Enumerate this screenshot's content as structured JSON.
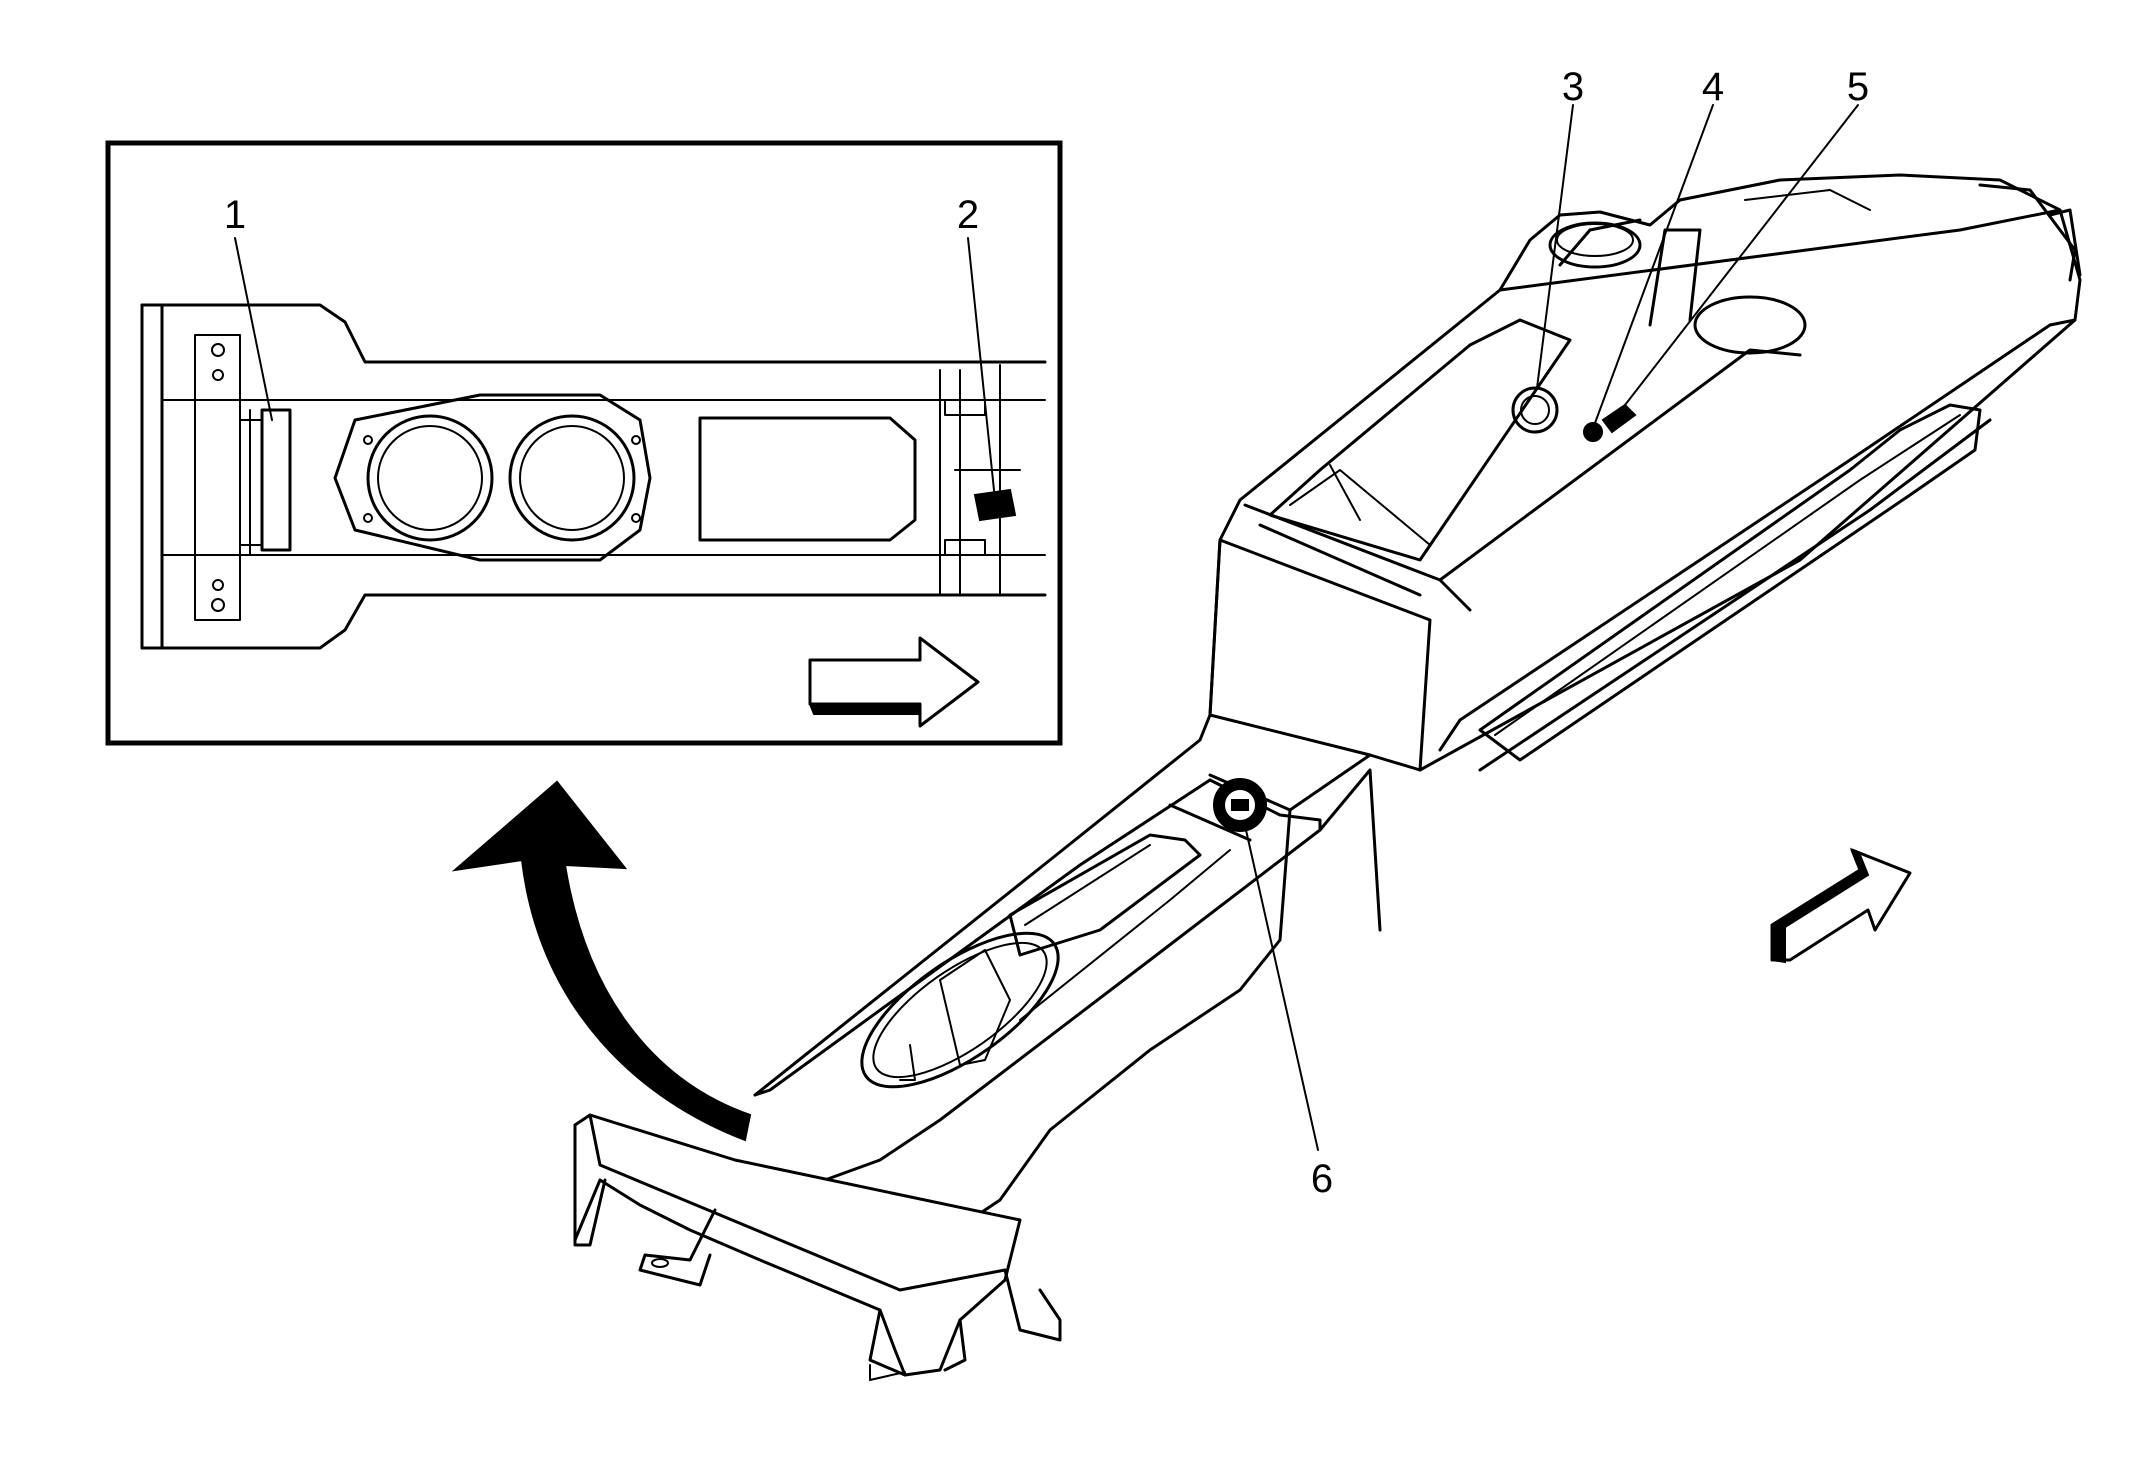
{
  "callouts": [
    {
      "id": "1",
      "label": "1"
    },
    {
      "id": "2",
      "label": "2"
    },
    {
      "id": "3",
      "label": "3"
    },
    {
      "id": "4",
      "label": "4"
    },
    {
      "id": "5",
      "label": "5"
    },
    {
      "id": "6",
      "label": "6"
    }
  ],
  "icons": {
    "inset_direction_arrow": "right-arrow-icon",
    "main_direction_arrow": "forward-arrow-icon",
    "detail_arrow": "curved-arrow-icon"
  },
  "colors": {
    "line": "#000000",
    "background": "#ffffff"
  }
}
